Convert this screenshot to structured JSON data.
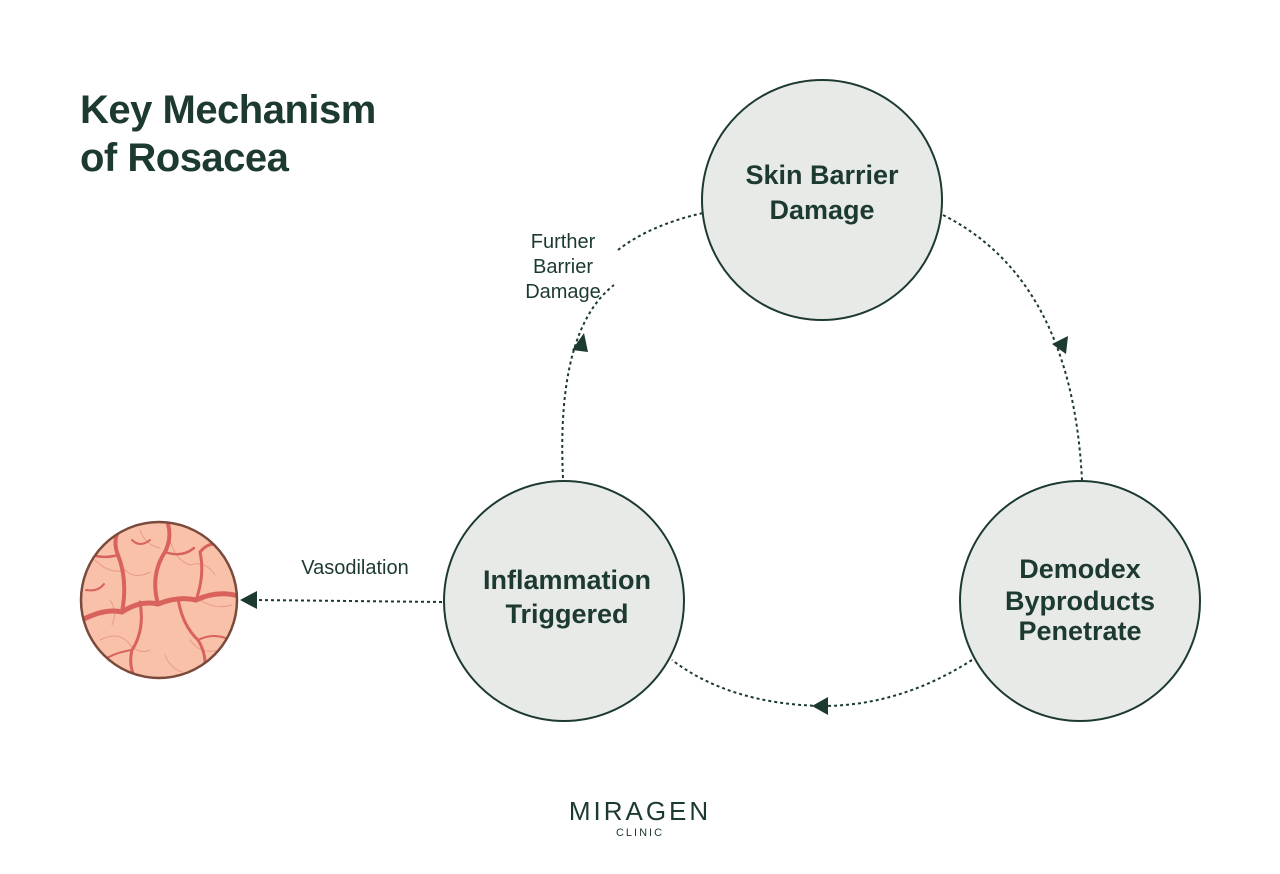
{
  "title": {
    "line1": "Key Mechanism",
    "line2": "of Rosacea"
  },
  "nodes": {
    "skin_barrier": {
      "line1": "Skin Barrier",
      "line2": "Damage"
    },
    "demodex": {
      "line1": "Demodex",
      "line2": "Byproducts",
      "line3": "Penetrate"
    },
    "inflammation": {
      "line1": "Inflammation",
      "line2": "Triggered"
    }
  },
  "edges": {
    "further_barrier": {
      "line1": "Further",
      "line2": "Barrier",
      "line3": "Damage"
    },
    "vasodilation": "Vasodilation"
  },
  "image": {
    "icon": "dilated-capillaries-icon"
  },
  "logo": {
    "main": "MIRAGEN",
    "sub": "CLINIC"
  },
  "colors": {
    "text": "#1d3a31",
    "node_fill": "#e8eae8",
    "node_stroke": "#1d3a31",
    "skin": "#f9c1a9",
    "vessel": "#d9625d",
    "skin_border": "#7a4a3c"
  }
}
